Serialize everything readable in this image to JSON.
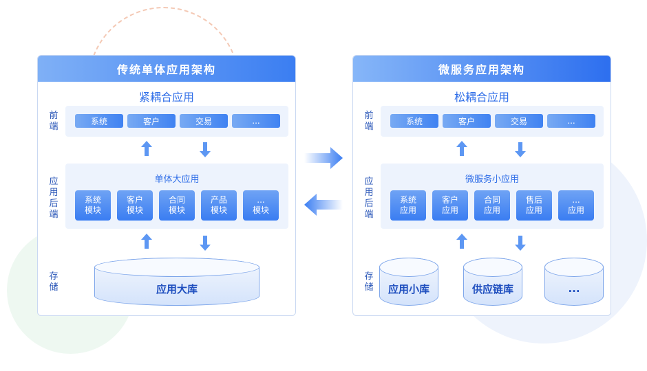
{
  "left": {
    "title": "传统单体应用架构",
    "subtitle": "紧耦合应用",
    "labels": {
      "front": "前端",
      "backend": "应用后端",
      "storage": "存储"
    },
    "front_items": [
      "系统",
      "客户",
      "交易",
      "..."
    ],
    "backend_title": "单体大应用",
    "modules": [
      {
        "line1": "系统",
        "line2": "模块"
      },
      {
        "line1": "客户",
        "line2": "模块"
      },
      {
        "line1": "合同",
        "line2": "模块"
      },
      {
        "line1": "产品",
        "line2": "模块"
      },
      {
        "line1": "...",
        "line2": "模块"
      }
    ],
    "databases": [
      "应用大库"
    ]
  },
  "right": {
    "title": "微服务应用架构",
    "subtitle": "松耦合应用",
    "labels": {
      "front": "前端",
      "backend": "应用后端",
      "storage": "存储"
    },
    "front_items": [
      "系统",
      "客户",
      "交易",
      "..."
    ],
    "backend_title": "微服务小应用",
    "modules": [
      {
        "line1": "系统",
        "line2": "应用"
      },
      {
        "line1": "客户",
        "line2": "应用"
      },
      {
        "line1": "合同",
        "line2": "应用"
      },
      {
        "line1": "售后",
        "line2": "应用"
      },
      {
        "line1": "...",
        "line2": "应用"
      }
    ],
    "databases": [
      "应用小库",
      "供应链库",
      "..."
    ]
  },
  "colors": {
    "accent": "#3b7ef2",
    "label": "#2b57b8",
    "band": "#edf3fd"
  }
}
